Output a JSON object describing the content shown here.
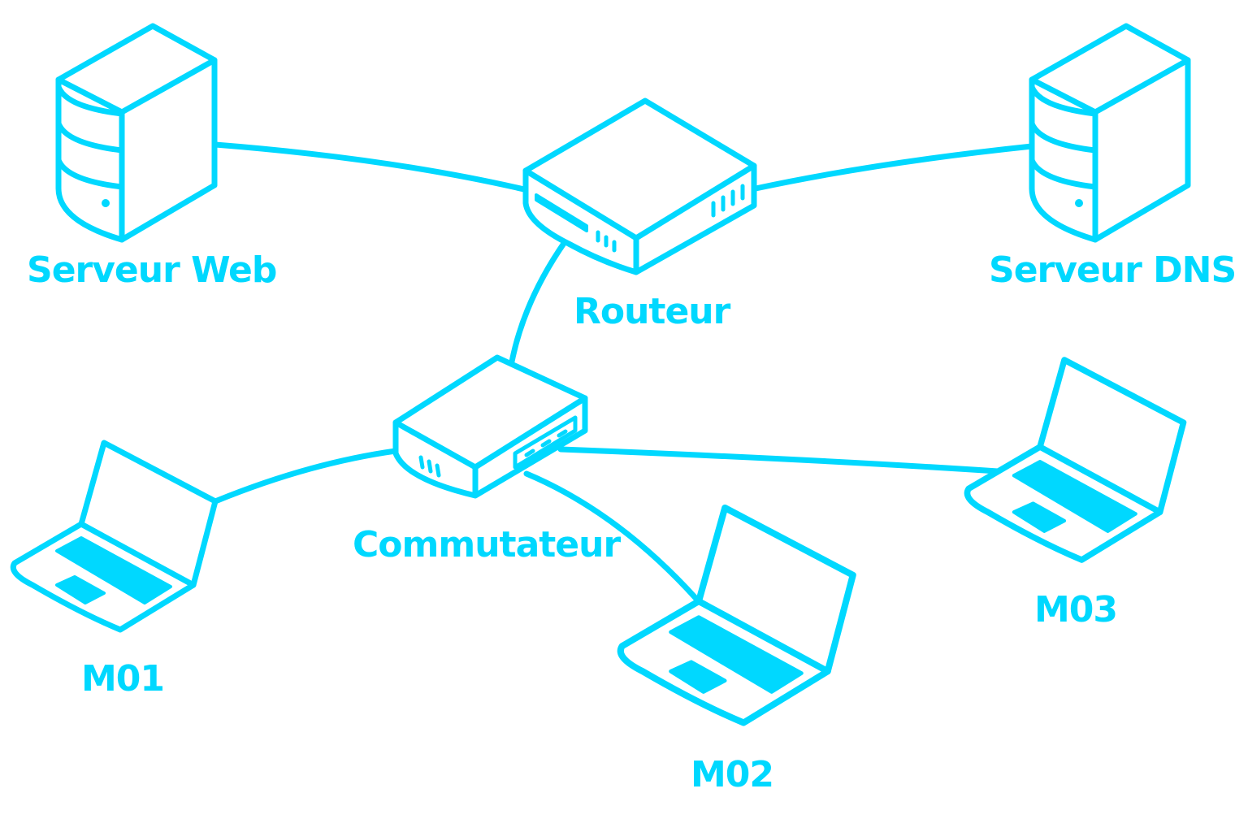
{
  "colors": {
    "accent": "#00D8FF",
    "background": "#ffffff"
  },
  "nodes": {
    "web_server": {
      "label": "Serveur Web",
      "icon": "server-icon"
    },
    "dns_server": {
      "label": "Serveur DNS",
      "icon": "server-icon"
    },
    "router": {
      "label": "Routeur",
      "icon": "router-icon"
    },
    "switch": {
      "label": "Commutateur",
      "icon": "switch-icon"
    },
    "m01": {
      "label": "M01",
      "icon": "laptop-icon"
    },
    "m02": {
      "label": "M02",
      "icon": "laptop-icon"
    },
    "m03": {
      "label": "M03",
      "icon": "laptop-icon"
    }
  },
  "links": [
    [
      "Serveur Web",
      "Routeur"
    ],
    [
      "Routeur",
      "Serveur DNS"
    ],
    [
      "Routeur",
      "Commutateur"
    ],
    [
      "Commutateur",
      "M01"
    ],
    [
      "Commutateur",
      "M02"
    ],
    [
      "Commutateur",
      "M03"
    ]
  ]
}
